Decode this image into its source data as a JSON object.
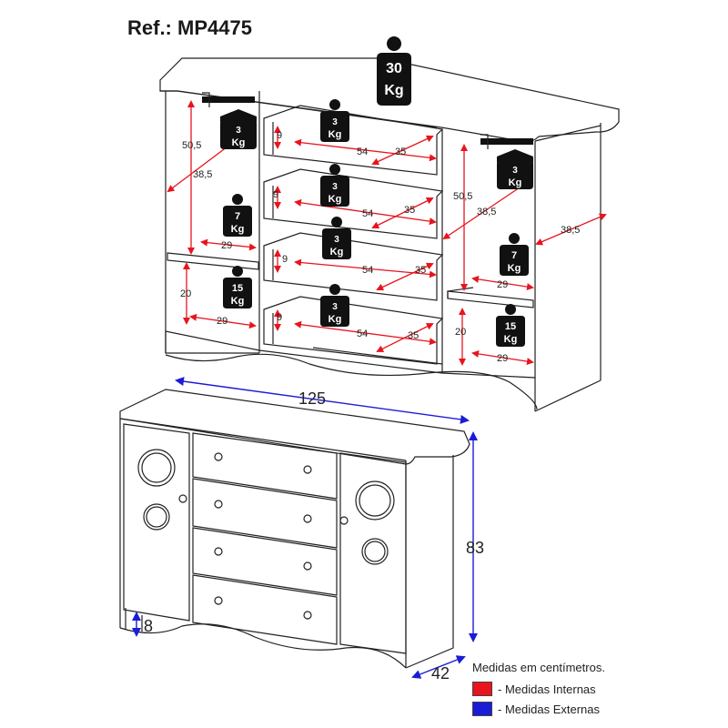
{
  "title": "Ref.: MP4475",
  "weights": {
    "top": [
      "30",
      "Kg"
    ],
    "hanger_left": [
      "3",
      "Kg"
    ],
    "hanger_right": [
      "3",
      "Kg"
    ],
    "drawer": [
      "3",
      "Kg"
    ],
    "shelf_left": [
      "7",
      "Kg"
    ],
    "shelf_right": [
      "7",
      "Kg"
    ],
    "bottom_left": [
      "15",
      "Kg"
    ],
    "bottom_right": [
      "15",
      "Kg"
    ]
  },
  "internal_dims": {
    "left_height": "50,5",
    "left_depth": "38,5",
    "left_shelf_width": "29",
    "left_bottom_height": "20",
    "left_bottom_width": "29",
    "drawer_height": "9",
    "drawer_width": "54",
    "drawer_depth": "35",
    "right_height": "50,5",
    "right_depth": "38,5",
    "right_side_depth": "38,5",
    "right_shelf_width": "29",
    "right_bottom_height": "20",
    "right_bottom_width": "29"
  },
  "external_dims": {
    "width": "125",
    "height": "83",
    "depth": "42",
    "foot": "8"
  },
  "legend": {
    "note": "Medidas em centímetros.",
    "internal": "- Medidas Internas",
    "external": "- Medidas Externas",
    "internal_color": "#e8141e",
    "external_color": "#1c1cd6"
  },
  "icons": {
    "weight": "weight-icon",
    "hanger": "hanger-rail-icon",
    "knob": "knob-icon"
  }
}
